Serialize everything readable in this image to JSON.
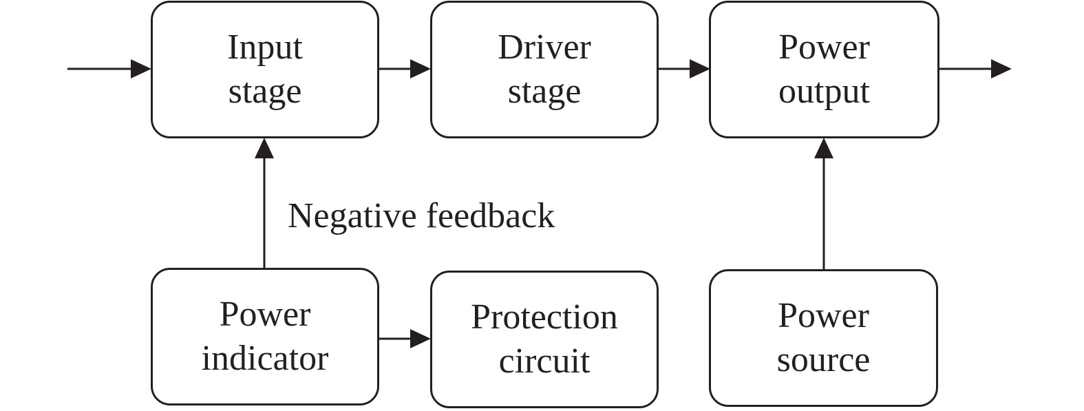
{
  "diagram": {
    "blocks": {
      "input_stage": {
        "line1": "Input",
        "line2": "stage"
      },
      "driver_stage": {
        "line1": "Driver",
        "line2": "stage"
      },
      "power_output": {
        "line1": "Power",
        "line2": "output"
      },
      "power_indicator": {
        "line1": "Power",
        "line2": "indicator"
      },
      "protection_circuit": {
        "line1": "Protection",
        "line2": "circuit"
      },
      "power_source": {
        "line1": "Power",
        "line2": "source"
      }
    },
    "feedback_label": "Negative feedback",
    "colors": {
      "stroke": "#231f20",
      "background": "#ffffff"
    }
  }
}
